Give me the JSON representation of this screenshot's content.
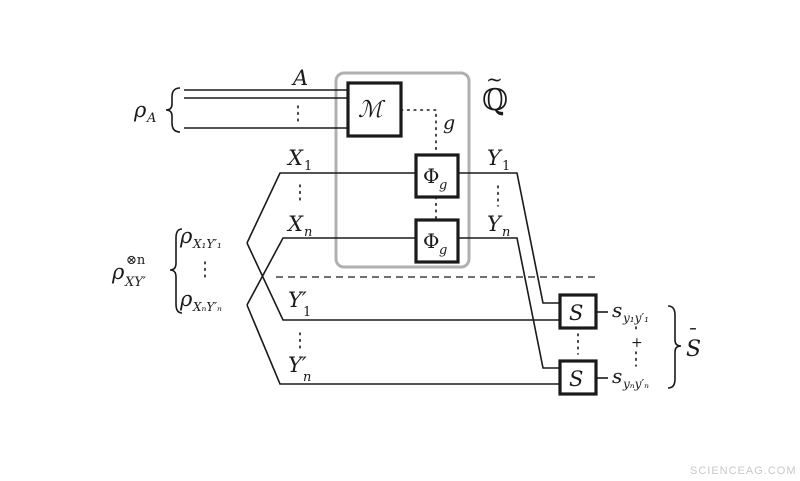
{
  "labels": {
    "rho_A": "ρ",
    "rho_A_sub": "A",
    "A": "A",
    "M": "ℳ",
    "g": "g",
    "Q": "ℚ",
    "Q_tilde": "~",
    "X1": "X",
    "X1_sub": "1",
    "Xn": "X",
    "Xn_sub": "n",
    "Phi_g_1": "Φ",
    "Phi_g_1_sub": "g",
    "Phi_g_n": "Φ",
    "Phi_g_n_sub": "g",
    "Y1": "Y",
    "Y1_sub": "1",
    "Yn": "Y",
    "Yn_sub": "n",
    "rho_XY_n": "ρ",
    "rho_XY_n_sup": "⊗n",
    "rho_XY_n_sub": "XY′",
    "rho_X1Y1": "ρ",
    "rho_X1Y1_sub": "X₁Y′₁",
    "rho_XnYn": "ρ",
    "rho_XnYn_sub": "XₙY′ₙ",
    "Y1p": "Y′",
    "Y1p_sub": "1",
    "Ynp": "Y′",
    "Ynp_sub": "n",
    "S_top": "S",
    "S_bottom": "S",
    "s_top": "s",
    "s_top_sub": "y₁y′₁",
    "s_bottom": "s",
    "s_bottom_sub": "yₙy′ₙ",
    "plus": "+",
    "S_bar": "S",
    "S_bar_mark": "¯"
  },
  "watermark": "SCIENCEAG.COM",
  "colors": {
    "wire": "#1a1a1a",
    "enclosure": "#b0b0b0",
    "watermark": "#c9c9c9"
  }
}
